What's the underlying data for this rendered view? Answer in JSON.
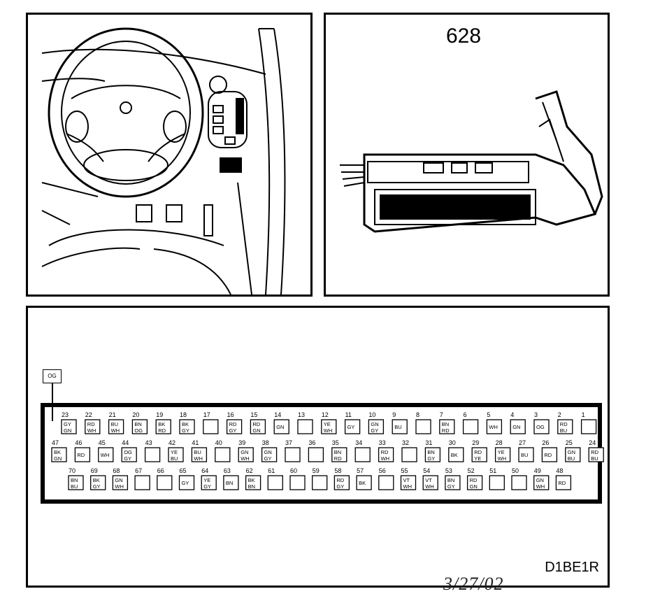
{
  "connector": {
    "number": "628"
  },
  "diagram": {
    "code": "D1BE1R",
    "date": "3/27/02"
  },
  "external_wire": {
    "color": "OG"
  },
  "pins": [
    {
      "n": "23",
      "c1": "GY",
      "c2": "GN"
    },
    {
      "n": "22",
      "c1": "RD",
      "c2": "WH"
    },
    {
      "n": "21",
      "c1": "BU",
      "c2": "WH"
    },
    {
      "n": "20",
      "c1": "BN",
      "c2": "OG"
    },
    {
      "n": "19",
      "c1": "BK",
      "c2": "RD"
    },
    {
      "n": "18",
      "c1": "BK",
      "c2": "GY"
    },
    {
      "n": "17",
      "c1": "",
      "c2": ""
    },
    {
      "n": "16",
      "c1": "RD",
      "c2": "GY"
    },
    {
      "n": "15",
      "c1": "RD",
      "c2": "GN"
    },
    {
      "n": "14",
      "c1": "GN",
      "c2": ""
    },
    {
      "n": "13",
      "c1": "",
      "c2": ""
    },
    {
      "n": "12",
      "c1": "YE",
      "c2": "WH"
    },
    {
      "n": "11",
      "c1": "GY",
      "c2": ""
    },
    {
      "n": "10",
      "c1": "GN",
      "c2": "GY"
    },
    {
      "n": "9",
      "c1": "BU",
      "c2": ""
    },
    {
      "n": "8",
      "c1": "",
      "c2": ""
    },
    {
      "n": "7",
      "c1": "BN",
      "c2": "RD"
    },
    {
      "n": "6",
      "c1": "",
      "c2": ""
    },
    {
      "n": "5",
      "c1": "WH",
      "c2": ""
    },
    {
      "n": "4",
      "c1": "GN",
      "c2": ""
    },
    {
      "n": "3",
      "c1": "OG",
      "c2": ""
    },
    {
      "n": "2",
      "c1": "RD",
      "c2": "BU"
    },
    {
      "n": "1",
      "c1": "",
      "c2": ""
    },
    {
      "n": "47",
      "c1": "BK",
      "c2": "GN"
    },
    {
      "n": "46",
      "c1": "RD",
      "c2": ""
    },
    {
      "n": "45",
      "c1": "WH",
      "c2": ""
    },
    {
      "n": "44",
      "c1": "OG",
      "c2": "GY"
    },
    {
      "n": "43",
      "c1": "",
      "c2": ""
    },
    {
      "n": "42",
      "c1": "YE",
      "c2": "BU"
    },
    {
      "n": "41",
      "c1": "BU",
      "c2": "WH"
    },
    {
      "n": "40",
      "c1": "",
      "c2": ""
    },
    {
      "n": "39",
      "c1": "GN",
      "c2": "WH"
    },
    {
      "n": "38",
      "c1": "GN",
      "c2": "GY"
    },
    {
      "n": "37",
      "c1": "",
      "c2": ""
    },
    {
      "n": "36",
      "c1": "",
      "c2": ""
    },
    {
      "n": "35",
      "c1": "BN",
      "c2": "RD"
    },
    {
      "n": "34",
      "c1": "",
      "c2": ""
    },
    {
      "n": "33",
      "c1": "RD",
      "c2": "WH"
    },
    {
      "n": "32",
      "c1": "",
      "c2": ""
    },
    {
      "n": "31",
      "c1": "BN",
      "c2": "GY"
    },
    {
      "n": "30",
      "c1": "BK",
      "c2": ""
    },
    {
      "n": "29",
      "c1": "RD",
      "c2": "YE"
    },
    {
      "n": "28",
      "c1": "YE",
      "c2": "WH"
    },
    {
      "n": "27",
      "c1": "BU",
      "c2": ""
    },
    {
      "n": "26",
      "c1": "RD",
      "c2": ""
    },
    {
      "n": "25",
      "c1": "GN",
      "c2": "BU"
    },
    {
      "n": "24",
      "c1": "RD",
      "c2": "BU"
    },
    {
      "n": "70",
      "c1": "BN",
      "c2": "BU"
    },
    {
      "n": "69",
      "c1": "BK",
      "c2": "GY"
    },
    {
      "n": "68",
      "c1": "GN",
      "c2": "WH"
    },
    {
      "n": "67",
      "c1": "",
      "c2": ""
    },
    {
      "n": "66",
      "c1": "",
      "c2": ""
    },
    {
      "n": "65",
      "c1": "GY",
      "c2": ""
    },
    {
      "n": "64",
      "c1": "YE",
      "c2": "GY"
    },
    {
      "n": "63",
      "c1": "BN",
      "c2": ""
    },
    {
      "n": "62",
      "c1": "BK",
      "c2": "BN"
    },
    {
      "n": "61",
      "c1": "",
      "c2": ""
    },
    {
      "n": "60",
      "c1": "",
      "c2": ""
    },
    {
      "n": "59",
      "c1": "",
      "c2": ""
    },
    {
      "n": "58",
      "c1": "RD",
      "c2": "GY"
    },
    {
      "n": "57",
      "c1": "BK",
      "c2": ""
    },
    {
      "n": "56",
      "c1": "",
      "c2": ""
    },
    {
      "n": "55",
      "c1": "VT",
      "c2": "WH"
    },
    {
      "n": "54",
      "c1": "VT",
      "c2": "WH"
    },
    {
      "n": "53",
      "c1": "BN",
      "c2": "GY"
    },
    {
      "n": "52",
      "c1": "RD",
      "c2": "GN"
    },
    {
      "n": "51",
      "c1": "",
      "c2": ""
    },
    {
      "n": "50",
      "c1": "",
      "c2": ""
    },
    {
      "n": "49",
      "c1": "GN",
      "c2": "WH"
    },
    {
      "n": "48",
      "c1": "RD",
      "c2": ""
    }
  ]
}
